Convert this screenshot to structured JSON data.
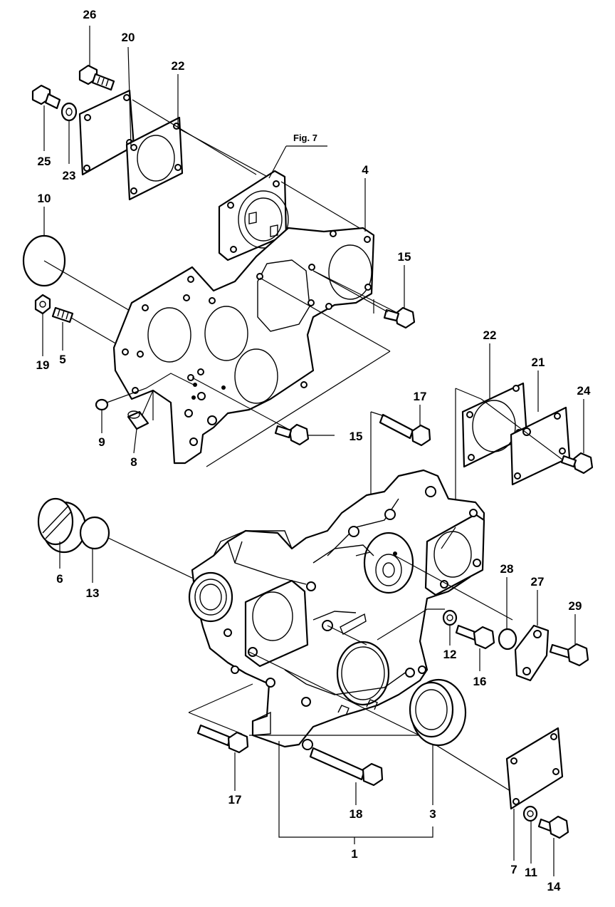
{
  "figure_reference": "Fig. 7",
  "part_numbers": {
    "p1": "1",
    "p3": "3",
    "p4": "4",
    "p5": "5",
    "p6": "6",
    "p7": "7",
    "p8": "8",
    "p9": "9",
    "p10": "10",
    "p11": "11",
    "p12": "12",
    "p13": "13",
    "p14": "14",
    "p15a": "15",
    "p15b": "15",
    "p16": "16",
    "p17a": "17",
    "p17b": "17",
    "p18": "18",
    "p19": "19",
    "p20": "20",
    "p21": "21",
    "p22a": "22",
    "p22b": "22",
    "p23": "23",
    "p24": "24",
    "p25": "25",
    "p26": "26",
    "p27": "27",
    "p28": "28",
    "p29": "29"
  }
}
